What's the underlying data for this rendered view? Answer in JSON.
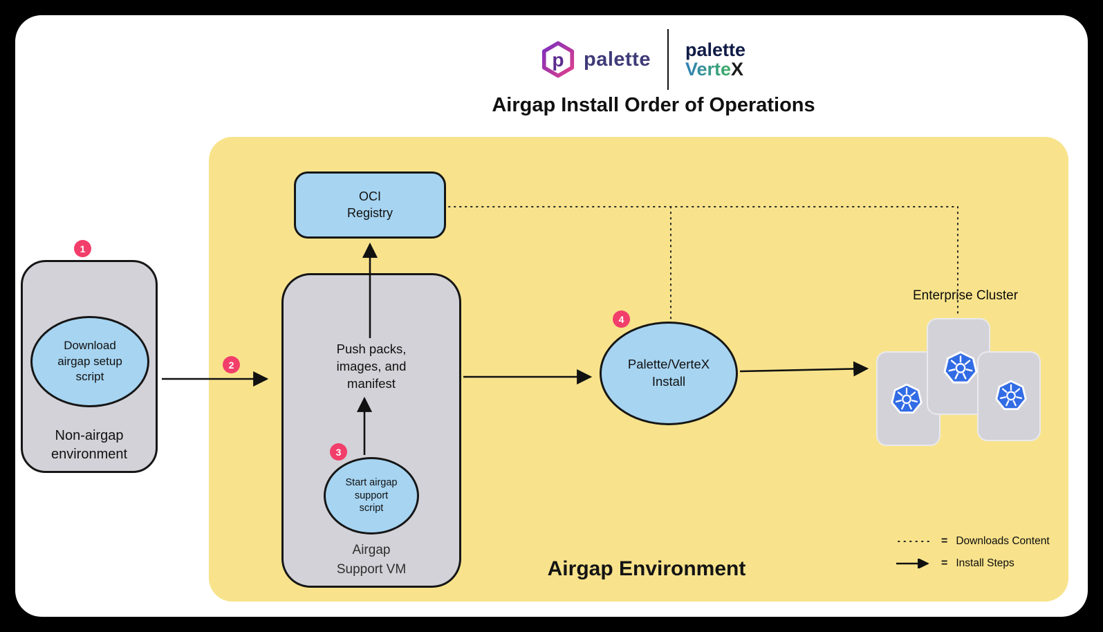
{
  "header": {
    "brand_left": "palette",
    "brand_right_line1": "palette",
    "brand_right_line2_main": "Verte",
    "brand_right_line2_x": "X",
    "title": "Airgap Install Order of Operations"
  },
  "badges": {
    "one": "1",
    "two": "2",
    "three": "3",
    "four": "4"
  },
  "non_airgap": {
    "ellipse_lines": [
      "Download",
      "airgap setup",
      "script"
    ],
    "label_lines": [
      "Non-airgap",
      "environment"
    ]
  },
  "oci": {
    "lines": [
      "OCI",
      "Registry"
    ]
  },
  "support_vm": {
    "push_lines": [
      "Push packs,",
      "images, and",
      "manifest"
    ],
    "ellipse_lines": [
      "Start airgap",
      "support",
      "script"
    ],
    "label_lines": [
      "Airgap",
      "Support VM"
    ]
  },
  "install": {
    "lines": [
      "Palette/VerteX",
      "Install"
    ]
  },
  "enterprise": {
    "label": "Enterprise Cluster"
  },
  "environment_label": "Airgap Environment",
  "legend": {
    "eq": "=",
    "downloads_label": "Downloads Content",
    "install_label": "Install Steps"
  },
  "icons": {
    "kubernetes": "kubernetes-helm-wheel",
    "palette_logo": "palette-hexagon-p"
  },
  "colors": {
    "yellow": "#F8E38C",
    "gray": "#D2D2D8",
    "blue": "#A6D4F1",
    "badge": "#F23E6A",
    "k8s": "#326CE5",
    "ink": "#161616"
  }
}
